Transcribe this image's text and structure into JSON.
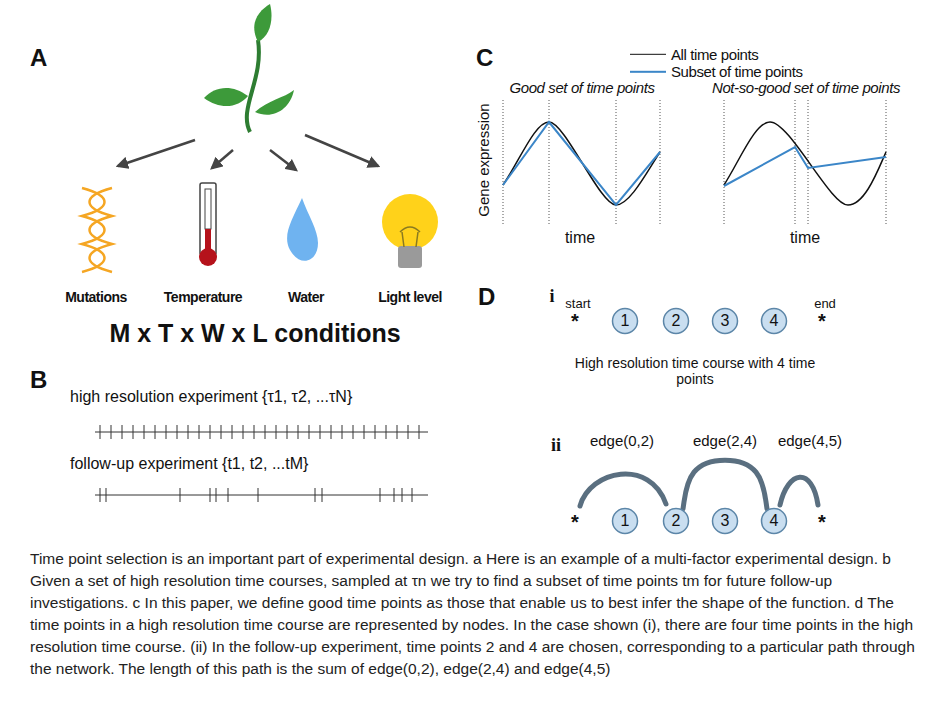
{
  "diagram": {
    "caption": "Time point selection is an important part of experimental design. a Here is an example of a multi-factor experimental design. b Given a set of high resolution time courses, sampled at τn we try to find a subset of time points tm for future follow-up investigations. c In this paper, we define good time points as those that enable us to best infer the shape of the function. d The time points in a high resolution time course are represented by nodes. In the case shown (i), there are four time points in the high resolution time course. (ii) In the follow-up experiment, time points 2 and 4 are chosen, corresponding to a particular path through the network. The length of this path is the sum of edge(0,2), edge(2,4) and edge(4,5)",
    "nodes": [
      {
        "text": [
          "1"
        ]
      },
      {
        "text": [
          "2"
        ]
      },
      {
        "text": [
          "3"
        ]
      },
      {
        "text": [
          "4"
        ]
      },
      {
        "text": [
          "1"
        ]
      },
      {
        "text": [
          "2"
        ]
      },
      {
        "text": [
          "3"
        ]
      },
      {
        "text": [
          "4"
        ]
      }
    ],
    "edges": [
      {
        "from": 5,
        "to": 7,
        "arrow": "none",
        "label": "edge(2,4)"
      }
    ],
    "labels": [
      "A",
      "Mutations",
      "Temperature",
      "Water",
      "Light level",
      "M x T x W x L conditions",
      "B",
      "high resolution experiment {τ1, τ2, ...τN}",
      "follow-up experiment {t1, t2, ...tM}",
      "C",
      "Good set of time points",
      "Not-so-good set of time points",
      "Gene expression",
      "time",
      "time",
      "D",
      "i",
      "start",
      "*",
      "end",
      "*",
      "High resolution time course with 4 time points",
      "ii",
      "edge(0,2)",
      "edge(4,5)",
      "*",
      "*"
    ],
    "legend": [
      {
        "text": "All time points"
      },
      {
        "text": "Subset of time points"
      }
    ]
  }
}
